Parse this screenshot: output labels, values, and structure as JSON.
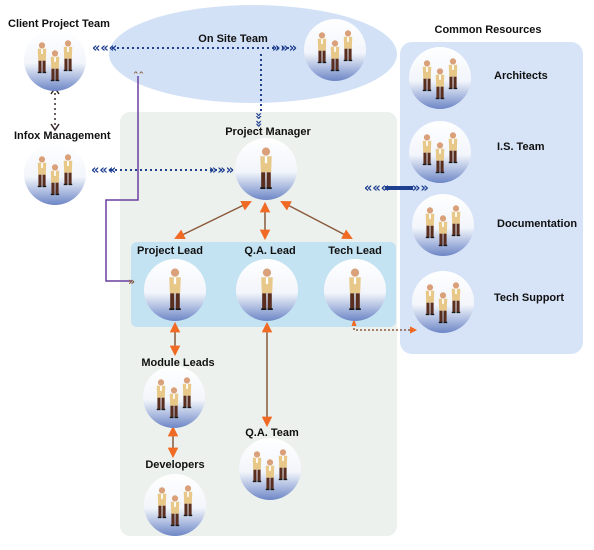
{
  "labels": {
    "client_project_team": "Client Project Team",
    "on_site_team": "On Site Team",
    "common_resources": "Common Resources",
    "infox_management": "Infox Management",
    "project_manager": "Project Manager",
    "architects": "Architects",
    "is_team": "I.S. Team",
    "documentation": "Documentation",
    "tech_support": "Tech Support",
    "project_lead": "Project Lead",
    "qa_lead": "Q.A. Lead",
    "tech_lead": "Tech Lead",
    "module_leads": "Module Leads",
    "developers": "Developers",
    "qa_team": "Q.A. Team"
  },
  "colors": {
    "project_area": "#ecf1ee",
    "common_panel": "#d7e4f8",
    "leads_band": "#c4e3f2",
    "onsite_ellipse": "#d3e1f7",
    "arrow_blue": "#1f3f8f",
    "arrow_orange": "#f06a24",
    "connector_brown": "#8a5a3a",
    "connector_purple": "#6a3fa0"
  },
  "icons": {
    "group": "group-of-people-icon",
    "single": "person-icon"
  }
}
